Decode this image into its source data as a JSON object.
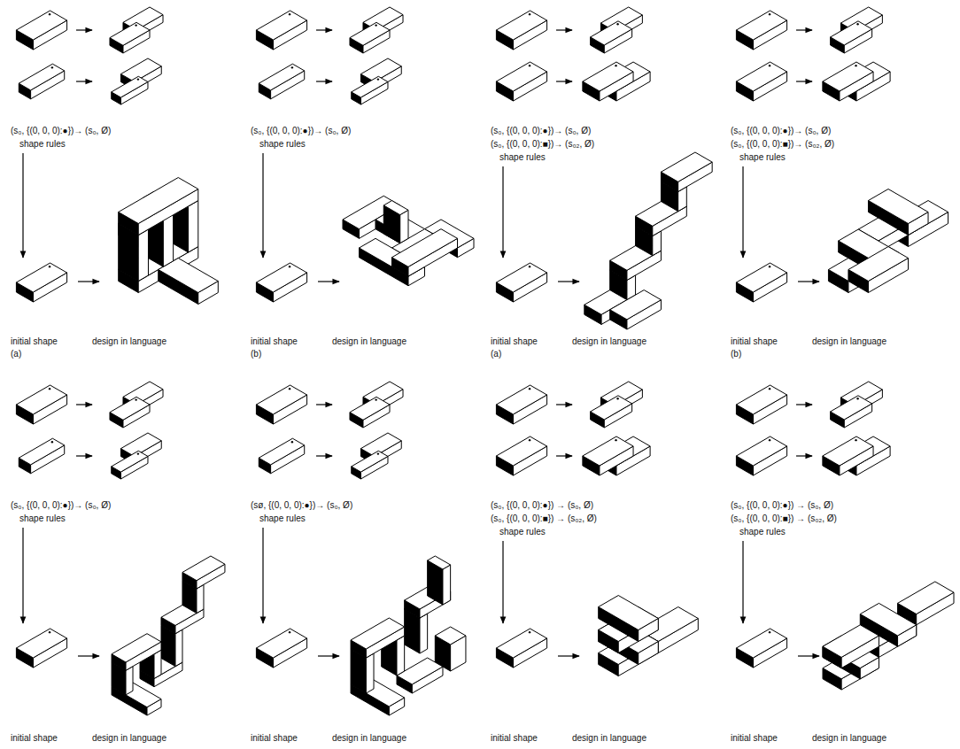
{
  "diagram": {
    "labels": [
      "(s₀, {(0, 0, 0):●})→ (s₀, Ø)",
      "shape rules",
      "initial shape",
      "design in language",
      "(a)",
      "(s₀, {(0, 0, 0):●})→ (s₀, Ø)",
      "shape rules",
      "initial shape",
      "design in language",
      "(b)",
      "(s₀, {(0, 0, 0):●})→ (s₀, Ø)",
      "(s₀, {(0, 0, 0):■})→ (s₀₂, Ø)",
      "shape rules",
      "initial shape",
      "design in language",
      "(a)",
      "(s₀, {(0, 0, 0):●})→ (s₀, Ø)",
      "(s₀, {(0, 0, 0):■})→ (s₀₂, Ø)",
      "shape rules",
      "initial shape",
      "design in language",
      "(b)",
      "(s₀, {(0, 0, 0):●})→ (s₀, Ø)",
      "shape rules",
      "initial shape",
      "design in language",
      "(sø, {(0, 0, 0):●})→ (s₀, Ø)",
      "shape rules",
      "initial shape",
      "design in language",
      "(s₀, {(0, 0, 0):●}) → (s₀, Ø)",
      "(s₀, {(0, 0, 0):■}) → (s₀₂, Ø)",
      "shape rules",
      "initial shape",
      "design in language",
      "(s₀, {(0, 0, 0):●}) → (s₀, Ø)",
      "(s₀, {(0, 0, 0):■}) → (s₀₂, Ø)",
      "shape rules",
      "initial shape",
      "design in language"
    ]
  }
}
